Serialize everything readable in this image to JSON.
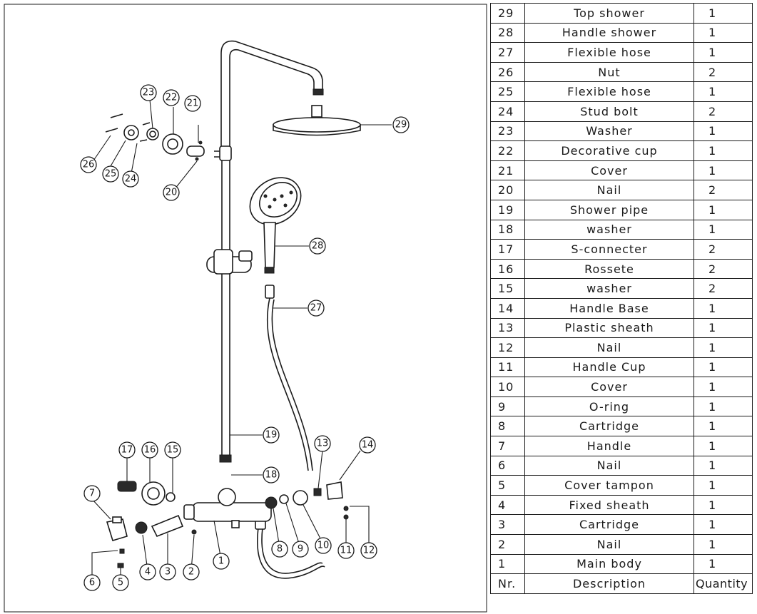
{
  "parts_table": {
    "rows": [
      {
        "nr": "29",
        "description": "Top shower",
        "quantity": "1"
      },
      {
        "nr": "28",
        "description": "Handle shower",
        "quantity": "1"
      },
      {
        "nr": "27",
        "description": "Flexible hose",
        "quantity": "1"
      },
      {
        "nr": "26",
        "description": "Nut",
        "quantity": "2"
      },
      {
        "nr": "25",
        "description": "Flexible hose",
        "quantity": "1"
      },
      {
        "nr": "24",
        "description": "Stud bolt",
        "quantity": "2"
      },
      {
        "nr": "23",
        "description": "Washer",
        "quantity": "1"
      },
      {
        "nr": "22",
        "description": "Decorative cup",
        "quantity": "1"
      },
      {
        "nr": "21",
        "description": "Cover",
        "quantity": "1"
      },
      {
        "nr": "20",
        "description": "Nail",
        "quantity": "2"
      },
      {
        "nr": "19",
        "description": "Shower pipe",
        "quantity": "1"
      },
      {
        "nr": "18",
        "description": "washer",
        "quantity": "1"
      },
      {
        "nr": "17",
        "description": "S-connecter",
        "quantity": "2"
      },
      {
        "nr": "16",
        "description": "Rossete",
        "quantity": "2"
      },
      {
        "nr": "15",
        "description": "washer",
        "quantity": "2"
      },
      {
        "nr": "14",
        "description": "Handle Base",
        "quantity": "1"
      },
      {
        "nr": "13",
        "description": "Plastic sheath",
        "quantity": "1"
      },
      {
        "nr": "12",
        "description": "Nail",
        "quantity": "1"
      },
      {
        "nr": "11",
        "description": "Handle Cup",
        "quantity": "1"
      },
      {
        "nr": "10",
        "description": "Cover",
        "quantity": "1"
      },
      {
        "nr": "9",
        "description": "O-ring",
        "quantity": "1"
      },
      {
        "nr": "8",
        "description": "Cartridge",
        "quantity": "1"
      },
      {
        "nr": "7",
        "description": "Handle",
        "quantity": "1"
      },
      {
        "nr": "6",
        "description": "Nail",
        "quantity": "1"
      },
      {
        "nr": "5",
        "description": "Cover tampon",
        "quantity": "1"
      },
      {
        "nr": "4",
        "description": "Fixed sheath",
        "quantity": "1"
      },
      {
        "nr": "3",
        "description": "Cartridge",
        "quantity": "1"
      },
      {
        "nr": "2",
        "description": "Nail",
        "quantity": "1"
      },
      {
        "nr": "1",
        "description": "Main body",
        "quantity": "1"
      }
    ],
    "header": {
      "nr": "Nr.",
      "description": "Description",
      "quantity": "Quantity"
    }
  },
  "callouts": [
    "1",
    "2",
    "3",
    "4",
    "5",
    "6",
    "7",
    "8",
    "9",
    "10",
    "11",
    "12",
    "13",
    "14",
    "15",
    "16",
    "17",
    "18",
    "19",
    "20",
    "21",
    "22",
    "23",
    "24",
    "25",
    "26",
    "27",
    "28",
    "29"
  ]
}
